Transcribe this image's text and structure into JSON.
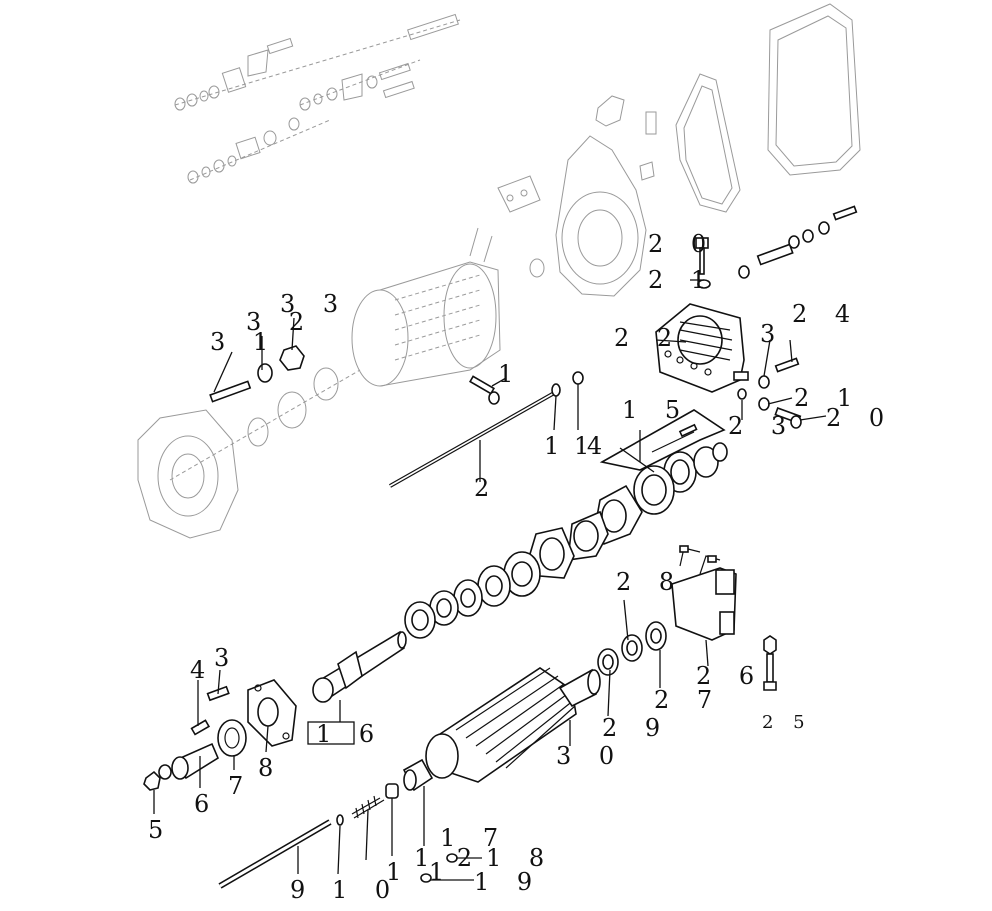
{
  "callouts": [
    {
      "id": "c1",
      "text": "1"
    },
    {
      "id": "c2",
      "text": "2"
    },
    {
      "id": "c3",
      "text": "3"
    },
    {
      "id": "c4",
      "text": "4"
    },
    {
      "id": "c5",
      "text": "5"
    },
    {
      "id": "c6",
      "text": "6"
    },
    {
      "id": "c7",
      "text": "7"
    },
    {
      "id": "c8",
      "text": "8"
    },
    {
      "id": "c9",
      "text": "9"
    },
    {
      "id": "c10",
      "text": "1 0"
    },
    {
      "id": "c11",
      "text": "1 1"
    },
    {
      "id": "c12",
      "text": "1 2"
    },
    {
      "id": "c14",
      "text": "1 4"
    },
    {
      "id": "c15",
      "text": "1 5"
    },
    {
      "id": "c14b",
      "text": "1"
    },
    {
      "id": "c16",
      "text": "1 6"
    },
    {
      "id": "c17",
      "text": "1 7"
    },
    {
      "id": "c18",
      "text": "1 8"
    },
    {
      "id": "c19",
      "text": "1 9"
    },
    {
      "id": "c20a",
      "text": "2 0"
    },
    {
      "id": "c20b",
      "text": "2 0"
    },
    {
      "id": "c21a",
      "text": "2 1"
    },
    {
      "id": "c21b",
      "text": "2 1"
    },
    {
      "id": "c22",
      "text": "2 2"
    },
    {
      "id": "c23",
      "text": "2 3"
    },
    {
      "id": "c24",
      "text": "2 4"
    },
    {
      "id": "c25",
      "text": "2 5"
    },
    {
      "id": "c26",
      "text": "2 6"
    },
    {
      "id": "c27",
      "text": "2 7"
    },
    {
      "id": "c28",
      "text": "2 8"
    },
    {
      "id": "c29",
      "text": "2 9"
    },
    {
      "id": "c30",
      "text": "3 0"
    },
    {
      "id": "c31",
      "text": "3 1"
    },
    {
      "id": "c32",
      "text": "3 2"
    },
    {
      "id": "c33",
      "text": "3 3"
    },
    {
      "id": "c3b",
      "text": "3"
    },
    {
      "id": "c43",
      "text": "4 3"
    }
  ]
}
